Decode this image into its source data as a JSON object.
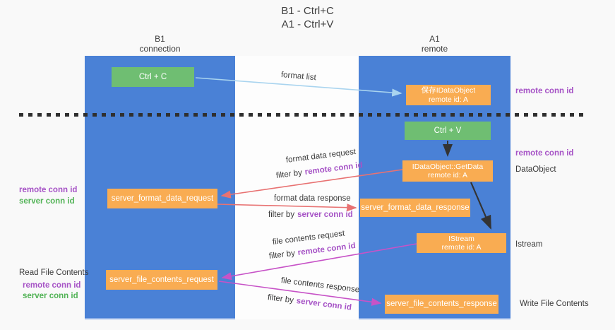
{
  "title": {
    "line1": "B1 - Ctrl+C",
    "line2": "A1 - Ctrl+V"
  },
  "lanes": {
    "left": {
      "name": "B1",
      "role": "connection"
    },
    "right": {
      "name": "A1",
      "role": "remote"
    }
  },
  "boxes": {
    "ctrl_c": {
      "label": "Ctrl + C"
    },
    "ctrl_v": {
      "label": "Ctrl + V"
    },
    "save_dataobject": {
      "line1": "保存IDataObject",
      "line2": "remote id: A"
    },
    "getdata": {
      "line1": "IDataObject::GetData",
      "line2": "remote id: A"
    },
    "istream": {
      "line1": "IStream",
      "line2": "remote id: A"
    },
    "format_request": {
      "label": "server_format_data_request"
    },
    "format_response": {
      "label": "server_format_data_response"
    },
    "file_request": {
      "label": "server_file_contents_request"
    },
    "file_response": {
      "label": "server_file_contents_response"
    }
  },
  "arrow_labels": {
    "format_list": "format list",
    "format_data_request": "format data request",
    "format_data_response": "format data response",
    "file_contents_request": "file contents request",
    "file_contents_response": "file contents response",
    "filter_by": "filter by",
    "remote_conn_id": "remote conn id",
    "server_conn_id": "server conn id"
  },
  "side_labels": {
    "right_top_remote_conn_id": "remote conn id",
    "right_mid_remote_conn_id": "remote conn id",
    "dataobject": "DataObject",
    "istream": "Istream",
    "write_file_contents": "Write File Contents",
    "left_remote_conn_id": "remote conn id",
    "left_server_conn_id": "server conn id",
    "read_file_contents": "Read File Contents",
    "read_remote_conn_id": "remote conn id",
    "read_server_conn_id": "server conn id"
  },
  "colors": {
    "lane_blue": "#4a81d6",
    "box_green": "#6fbe72",
    "box_orange": "#f9ac52",
    "purple_text": "#a653c6",
    "green_text": "#52b356",
    "arrow_blue": "#a9d4ef",
    "arrow_black": "#333333",
    "arrow_salmon": "#e87272",
    "arrow_magenta": "#c753c7"
  }
}
